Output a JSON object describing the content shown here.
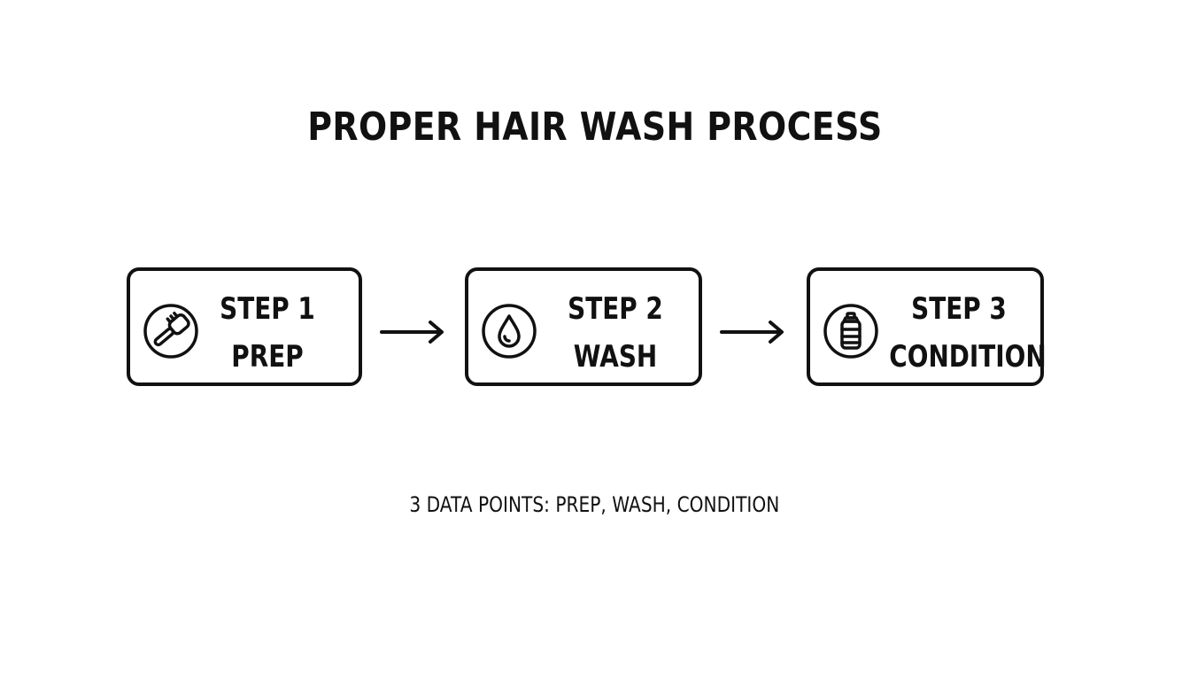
{
  "title": "PROPER HAIR WASH PROCESS",
  "steps": [
    {
      "step_label": "STEP 1",
      "name": "PREP",
      "icon": "hairbrush-icon"
    },
    {
      "step_label": "STEP 2",
      "name": "WASH",
      "icon": "water-drop-icon"
    },
    {
      "step_label": "STEP 3",
      "name": "CONDITION",
      "icon": "bottle-icon"
    }
  ],
  "footer": "3 DATA POINTS: PREP, WASH, CONDITION",
  "colors": {
    "stroke": "#111111",
    "background": "#ffffff"
  }
}
